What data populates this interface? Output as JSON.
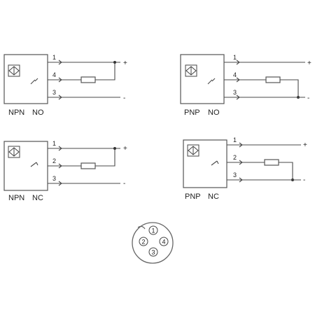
{
  "diagrams": [
    {
      "type": "NPN",
      "state": "NO",
      "pins": [
        "1",
        "4",
        "3"
      ],
      "signs": [
        "+",
        "-"
      ]
    },
    {
      "type": "PNP",
      "state": "NO",
      "pins": [
        "1",
        "4",
        "3"
      ],
      "signs": [
        "+",
        "-"
      ]
    },
    {
      "type": "NPN",
      "state": "NC",
      "pins": [
        "1",
        "2",
        "3"
      ],
      "signs": [
        "+",
        "-"
      ]
    },
    {
      "type": "PNP",
      "state": "NC",
      "pins": [
        "1",
        "2",
        "3"
      ],
      "signs": [
        "+",
        "-"
      ]
    }
  ],
  "connector": {
    "pins": [
      "1",
      "2",
      "3",
      "4"
    ]
  },
  "colors": {
    "line": "#4a4a4a",
    "text": "#222222"
  }
}
